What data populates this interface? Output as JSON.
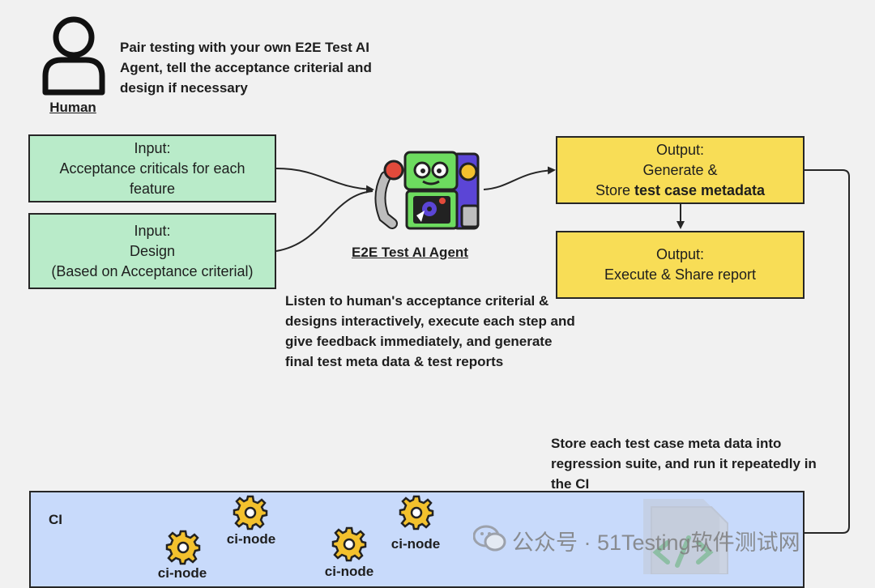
{
  "human": {
    "label": "Human",
    "note_lines": [
      "Pair testing with your own E2E Test AI",
      "Agent, tell the acceptance criterial and",
      "design if necessary"
    ]
  },
  "inputs": [
    {
      "line1": "Input:",
      "line2": "Acceptance criticals for each",
      "line3": "feature"
    },
    {
      "line1": "Input:",
      "line2": "Design",
      "line3": "(Based on Acceptance criterial)"
    }
  ],
  "agent": {
    "label": "E2E Test AI Agent",
    "note_lines": [
      "Listen to human's acceptance criterial &",
      "designs interactively, execute each step and",
      "give feedback immediately, and generate",
      "final test meta data & test reports"
    ]
  },
  "outputs": [
    {
      "line1": "Output:",
      "line2": "Generate &",
      "line3_prefix": "Store ",
      "line3_bold": "test case metadata"
    },
    {
      "line1": "Output:",
      "line2": "Execute & Share report"
    }
  ],
  "store_note_lines": [
    "Store each test case meta data into",
    "regression suite, and run it repeatedly in",
    "the CI"
  ],
  "ci": {
    "label": "CI",
    "nodes": [
      "ci-node",
      "ci-node",
      "ci-node",
      "ci-node"
    ]
  },
  "watermark": {
    "text": "公众号 · 51Testing软件测试网"
  },
  "colors": {
    "input_fill": "#b9ebc9",
    "output_fill": "#f8dd56",
    "ci_fill": "#c8dafb",
    "robot_green": "#6ddb5f",
    "robot_purple": "#5b45d6"
  }
}
